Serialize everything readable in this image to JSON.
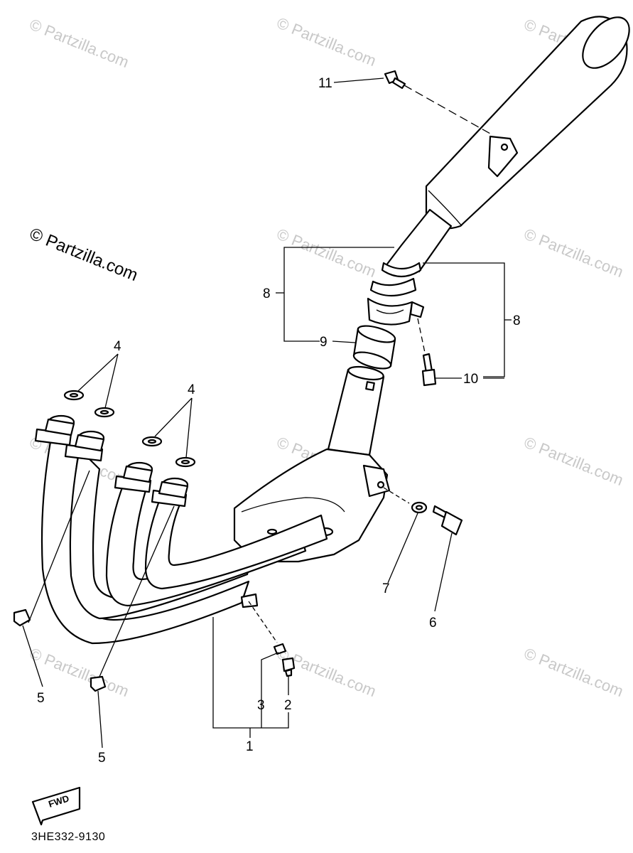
{
  "watermark": "© Partzilla.com",
  "watermark_main": "© Partzilla.com",
  "diagram_code": "3HE332-9130",
  "forward_label": "FWD",
  "callouts": {
    "p1": "1",
    "p2": "2",
    "p3": "3",
    "p4a": "4",
    "p4b": "4",
    "p5a": "5",
    "p5b": "5",
    "p6": "6",
    "p7": "7",
    "p8a": "8",
    "p8b": "8",
    "p9": "9",
    "p10": "10",
    "p11": "11"
  }
}
